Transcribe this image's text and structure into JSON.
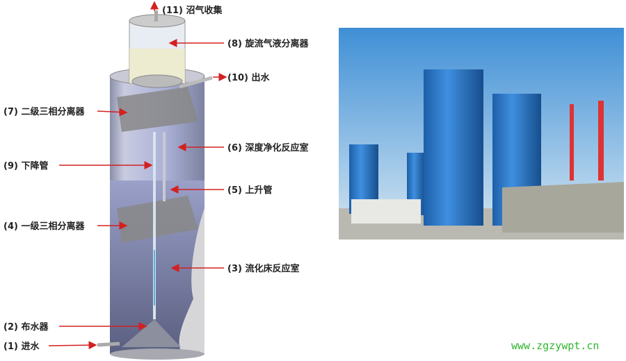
{
  "diagram": {
    "labels": {
      "l11": "(11) 沼气收集",
      "l8": "(8) 旋流气液分离器",
      "l10": "(10) 出水",
      "l7": "(7) 二级三相分离器",
      "l6": "(6) 深度净化反应室",
      "l9": "(9) 下降管",
      "l5": "(5) 上升管",
      "l4": "(4) 一级三相分离器",
      "l3": "(3) 流化床反应室",
      "l2": "(2) 布水器",
      "l1": "(1) 进水"
    },
    "arrow_color": "#d42020"
  },
  "watermark": "www.zgzywpt.cn"
}
